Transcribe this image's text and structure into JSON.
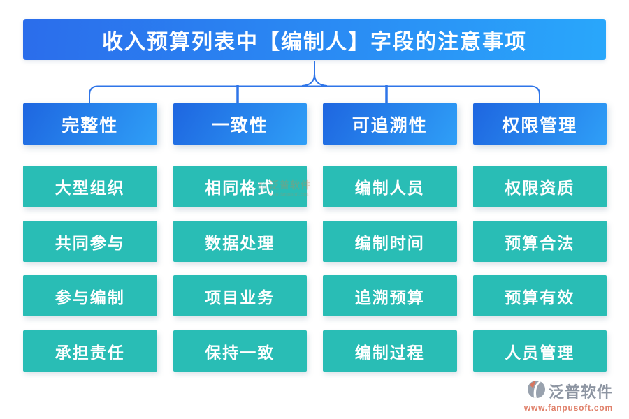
{
  "title": "收入预算列表中【编制人】字段的注意事项",
  "columns": [
    {
      "header": "完整性",
      "items": [
        "大型组织",
        "共同参与",
        "参与编制",
        "承担责任"
      ]
    },
    {
      "header": "一致性",
      "items": [
        "相同格式",
        "数据处理",
        "项目业务",
        "保持一致"
      ]
    },
    {
      "header": "可追溯性",
      "items": [
        "编制人员",
        "编制时间",
        "追溯预算",
        "编制过程"
      ]
    },
    {
      "header": "权限管理",
      "items": [
        "权限资质",
        "预算合法",
        "预算有效",
        "人员管理"
      ]
    }
  ],
  "branding": {
    "name": "泛普软件",
    "url": "www.fanpusoft.com"
  },
  "watermark": {
    "name": "泛普软件",
    "url": "www.fanpusoft.com"
  },
  "colors": {
    "title_gradient_start": "#2b6deb",
    "title_gradient_end": "#29a7fb",
    "header_gradient_start": "#1e66e0",
    "header_gradient_end": "#2f9ff7",
    "item_teal": "#29bdb5",
    "connector_blue": "#2f75e8",
    "brand_gray": "#8d95a2",
    "brand_salmon": "#e0806a"
  }
}
